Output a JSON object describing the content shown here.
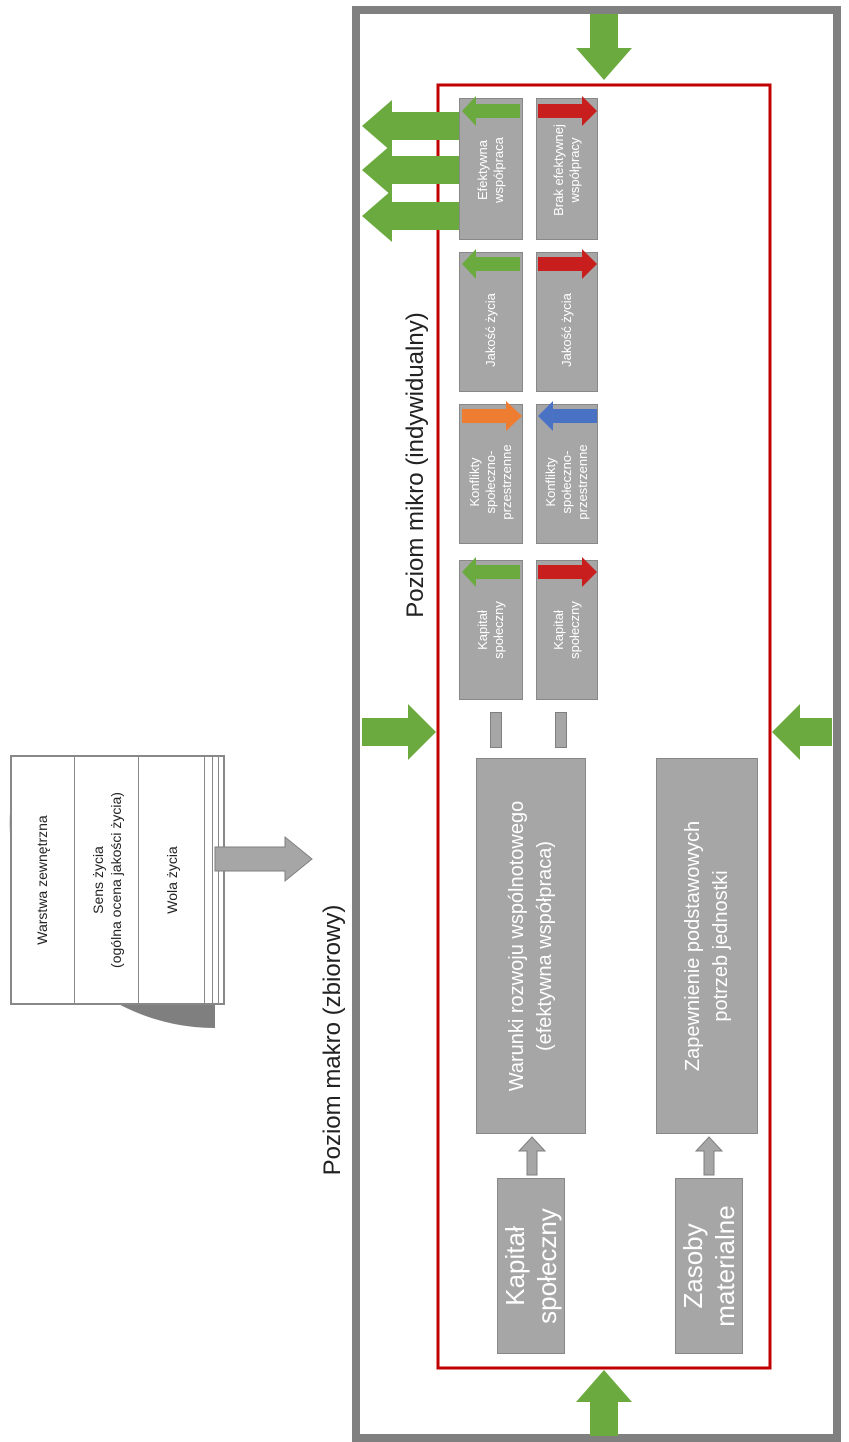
{
  "legend": {
    "layers": [
      "Warstwa zewnętrzna",
      "Sens życia\n(ogólna ocena jakości życia)",
      "Wola życia"
    ]
  },
  "labels": {
    "macro": "Poziom makro (zbiorowy)",
    "micro": "Poziom mikro (indywidualny)"
  },
  "left_column": {
    "capital_box": "Kapitał\nspołeczny",
    "resources_box": "Zasoby\nmaterialne",
    "conditions_box": "Warunki rozwoju wspólnotowego\n(efektywna współpraca)",
    "needs_box": "Zapewnienie podstawowych\npotrzeb jednostki"
  },
  "small_boxes": {
    "top_row": [
      "Kapitał\nspołeczny",
      "Konflikty\nspołeczno-\nprzestrzenne",
      "Jakość życia",
      "Efektywna\nwspółpraca"
    ],
    "bottom_row": [
      "Kapitał\nspołeczny",
      "Konflikty\nspołeczno-\nprzestrzenne",
      "Jakość życia",
      "Brak efektywnej\nwspółpracy"
    ]
  },
  "colors": {
    "green": "#6aaa3e",
    "red": "#c81e1e",
    "orange": "#ee7d31",
    "blue": "#4a72c4",
    "gray_box": "#a6a6a6",
    "frame": "#808080",
    "red_frame": "#c00000"
  }
}
